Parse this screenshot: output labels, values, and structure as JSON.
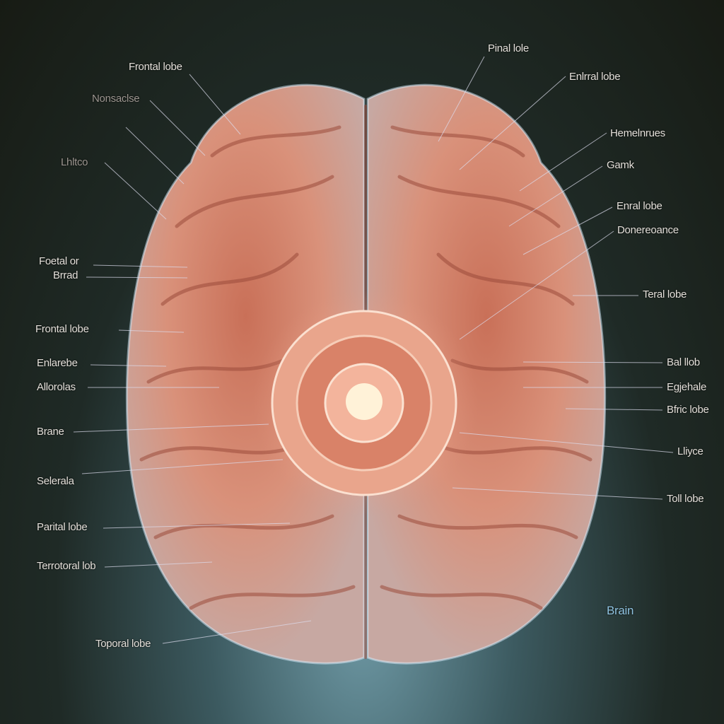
{
  "left_labels": [
    "Frontal lobe",
    "Nonsaclse",
    "Lhltco",
    "Foetal or",
    "Brrad",
    "Frontal lobe",
    "Enlarebe",
    "Allorolas",
    "Brane",
    "Selerala",
    "Parital lobe",
    "Terrotoral lob",
    "Toporal lobe"
  ],
  "right_labels": [
    "Pinal lole",
    "Enlrral lobe",
    "Hemelnrues",
    "Gamk",
    "Enral lobe",
    "Donereoance",
    "Teral lobe",
    "Bal llob",
    "Egjehale",
    "Bfric lobe",
    "Lliyce",
    "Toll lobe"
  ],
  "caption": "Brain",
  "colors": {
    "brain": "#d98a74",
    "highlight": "#f6c8a8",
    "core": "#fff2d8",
    "caption": "#8fc3e0"
  }
}
